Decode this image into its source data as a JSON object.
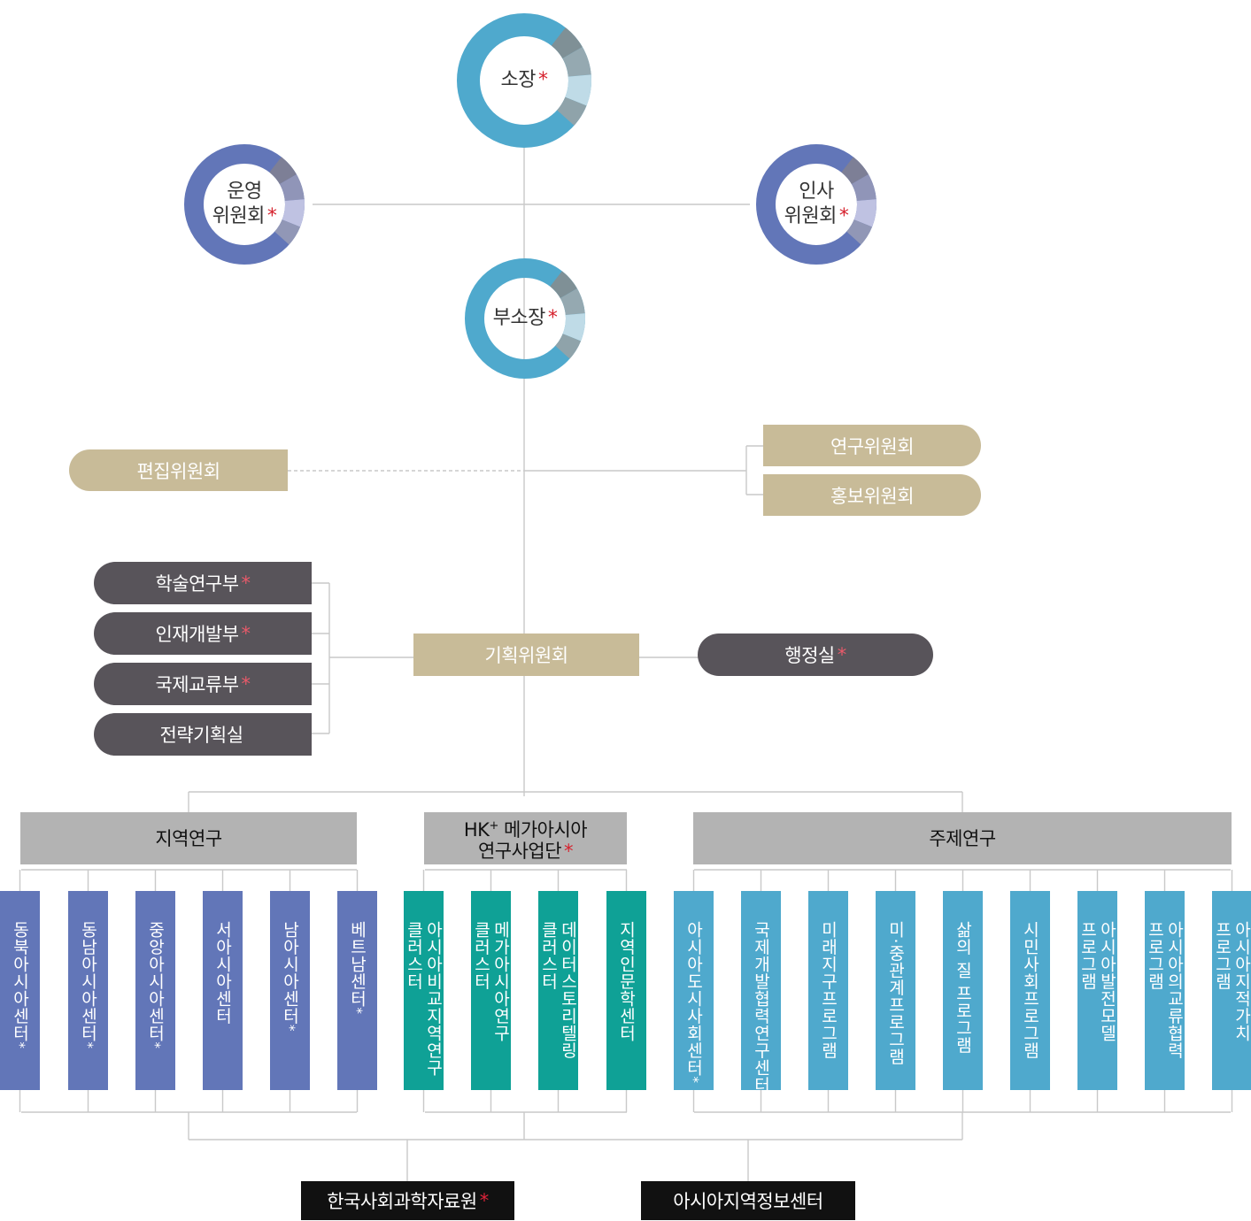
{
  "top": {
    "director": {
      "label": "소장",
      "star": "*"
    },
    "operations_committee": {
      "line1": "운영",
      "line2": "위원회",
      "star": "*"
    },
    "personnel_committee": {
      "line1": "인사",
      "line2": "위원회",
      "star": "*"
    },
    "deputy_director": {
      "label": "부소장",
      "star": "*"
    }
  },
  "committees": {
    "editorial": "편집위원회",
    "research": "연구위원회",
    "publicity": "홍보위원회",
    "planning": "기획위원회"
  },
  "departments": [
    {
      "label": "학술연구부",
      "star": "*"
    },
    {
      "label": "인재개발부",
      "star": "*"
    },
    {
      "label": "국제교류부",
      "star": "*"
    },
    {
      "label": "전략기획실",
      "star": ""
    }
  ],
  "admin_office": {
    "label": "행정실",
    "star": "*"
  },
  "groups": {
    "regional": "지역연구",
    "hk_line1_base": "HK",
    "hk_sup": "+",
    "hk_line1_rest": " 메가아시아",
    "hk_line2": "연구사업단",
    "hk_star": "*",
    "thematic": "주제연구"
  },
  "units": [
    {
      "cols": [
        "동북아시아센터"
      ],
      "star": "*",
      "color": "#6276b8"
    },
    {
      "cols": [
        "동남아시아센터"
      ],
      "star": "*",
      "color": "#6276b8"
    },
    {
      "cols": [
        "중앙아시아센터"
      ],
      "star": "*",
      "color": "#6276b8"
    },
    {
      "cols": [
        "서아시아센터"
      ],
      "star": "",
      "color": "#6276b8"
    },
    {
      "cols": [
        "남아시아센터"
      ],
      "star": "*",
      "color": "#6276b8"
    },
    {
      "cols": [
        "베트남센터"
      ],
      "star": "*",
      "color": "#6276b8"
    },
    {
      "cols": [
        "아시아비교지역연구",
        "클러스터"
      ],
      "star": "",
      "color": "#0fa196"
    },
    {
      "cols": [
        "메가아시아연구",
        "클러스터"
      ],
      "star": "",
      "color": "#0fa196"
    },
    {
      "cols": [
        "데이터스토리텔링",
        "클러스터"
      ],
      "star": "",
      "color": "#0fa196"
    },
    {
      "cols": [
        "지역인문학센터"
      ],
      "star": "",
      "color": "#0fa196"
    },
    {
      "cols": [
        "아시아도시사회센터"
      ],
      "star": "*",
      "color": "#4fa9cd"
    },
    {
      "cols": [
        "국제개발협력연구센터"
      ],
      "star": "",
      "color": "#4fa9cd"
    },
    {
      "cols": [
        "미래지구프로그램"
      ],
      "star": "",
      "color": "#4fa9cd"
    },
    {
      "cols": [
        "미·중관계프로그램"
      ],
      "star": "",
      "color": "#4fa9cd"
    },
    {
      "cols": [
        "삶의 질 프로그램"
      ],
      "star": "",
      "color": "#4fa9cd"
    },
    {
      "cols": [
        "시민사회프로그램"
      ],
      "star": "",
      "color": "#4fa9cd"
    },
    {
      "cols": [
        "아시아발전모델",
        "프로그램"
      ],
      "star": "",
      "color": "#4fa9cd"
    },
    {
      "cols": [
        "아시아의교류협력",
        "프로그램"
      ],
      "star": "",
      "color": "#4fa9cd"
    },
    {
      "cols": [
        "아시아지적가치",
        "프로그램"
      ],
      "star": "",
      "color": "#4fa9cd"
    }
  ],
  "bottom": {
    "kossda": {
      "label": "한국사회과학자료원",
      "star": "*"
    },
    "asia_info": {
      "label": "아시아지역정보센터",
      "star": ""
    }
  },
  "colors": {
    "ring_sky": "#4fa9cd",
    "ring_blue": "#6276b8",
    "tan": "#c8bb98",
    "dark": "#58545a",
    "gray": "#b3b3b3",
    "black": "#111111",
    "unit_blue": "#6276b8",
    "unit_teal": "#0fa196",
    "unit_sky": "#4fa9cd",
    "star_red": "#d6222e"
  }
}
